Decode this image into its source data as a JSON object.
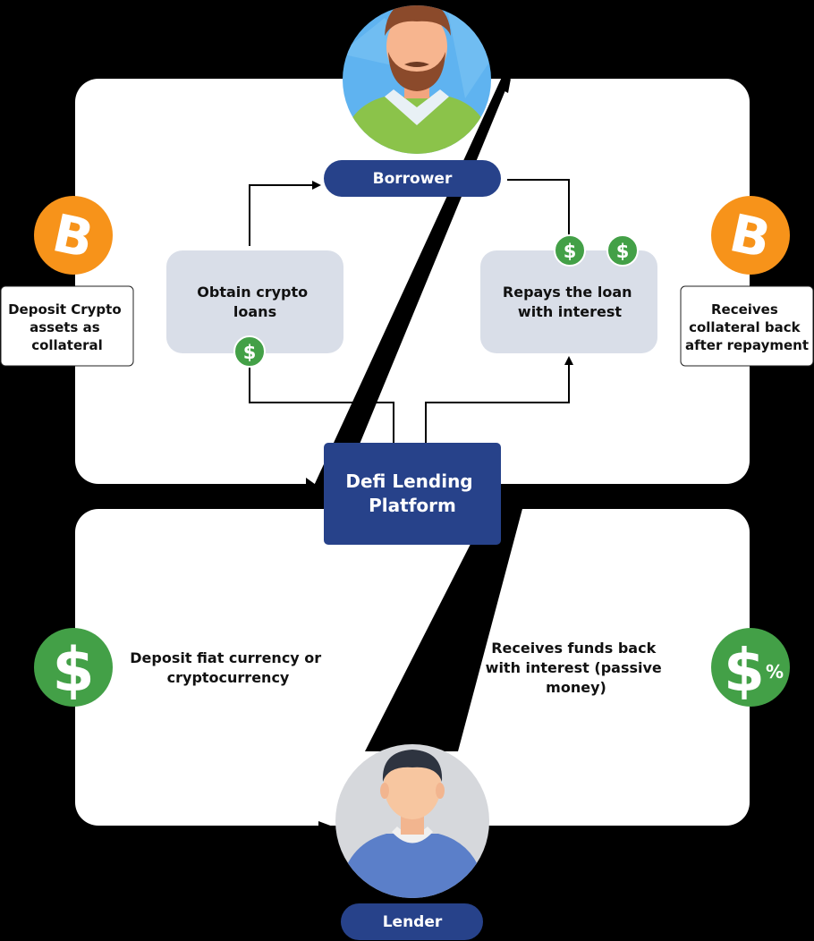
{
  "borrower": {
    "label": "Borrower"
  },
  "lender": {
    "label": "Lender"
  },
  "platform": {
    "line1": "Defi Lending",
    "line2": "Platform"
  },
  "obtain_loans": {
    "line1": "Obtain crypto",
    "line2": "loans"
  },
  "repays_loan": {
    "line1": "Repays the loan",
    "line2": "with interest"
  },
  "deposit_crypto": {
    "line1": "Deposit Crypto",
    "line2": "assets as",
    "line3": "collateral"
  },
  "receives_collateral": {
    "line1": "Receives",
    "line2": "collateral back",
    "line3": "after repayment"
  },
  "deposit_fiat": {
    "line1": "Deposit fiat currency or",
    "line2": "cryptocurrency"
  },
  "receives_funds": {
    "line1": "Receives funds back",
    "line2": "with interest (passive",
    "line3": "money)"
  },
  "icons": {
    "bitcoin_symbol": "B",
    "dollar_symbol": "$",
    "percent_symbol": "%"
  },
  "colors": {
    "navy": "#27428A",
    "panel": "#FFFFFF",
    "step_box": "#D9DEE8",
    "bitcoin_orange": "#F7931A",
    "dollar_green": "#43A047",
    "background": "#000000"
  }
}
